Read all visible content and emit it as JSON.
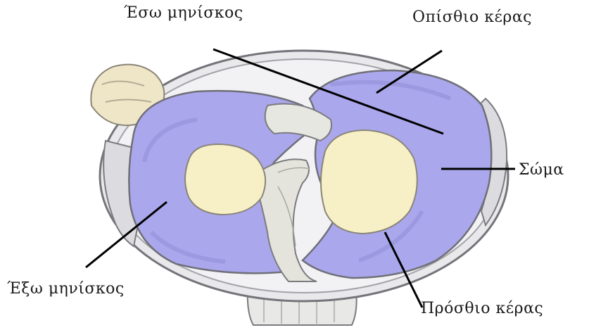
{
  "labels": {
    "eso_mniskos": "Έσω μηνίσκος",
    "opisthio_keras": "Οπίσθιο κέρας",
    "soma": "Σώμα",
    "exo_mniskos": "Έξω μηνίσκος",
    "prosthio_keras": "Πρόσθιο κέρας"
  },
  "colors": {
    "meniscus": "#a9a6ea",
    "meniscus_dark": "#8e8bd8",
    "cartilage": "#f6efc4",
    "ligament": "#e4e4dc",
    "outline": "#6d6d72",
    "leader_line": "#000000"
  }
}
